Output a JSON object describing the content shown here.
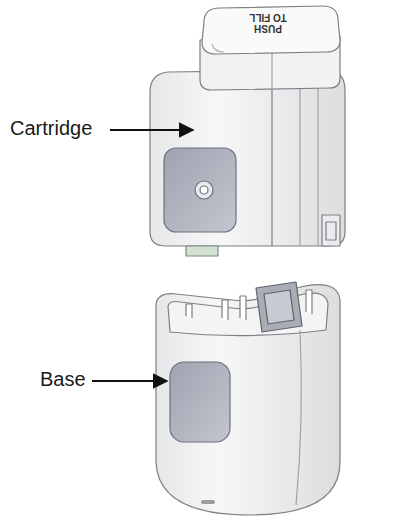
{
  "diagram": {
    "labels": [
      "Cartridge",
      "Base",
      "PUSH TO FILL"
    ]
  }
}
